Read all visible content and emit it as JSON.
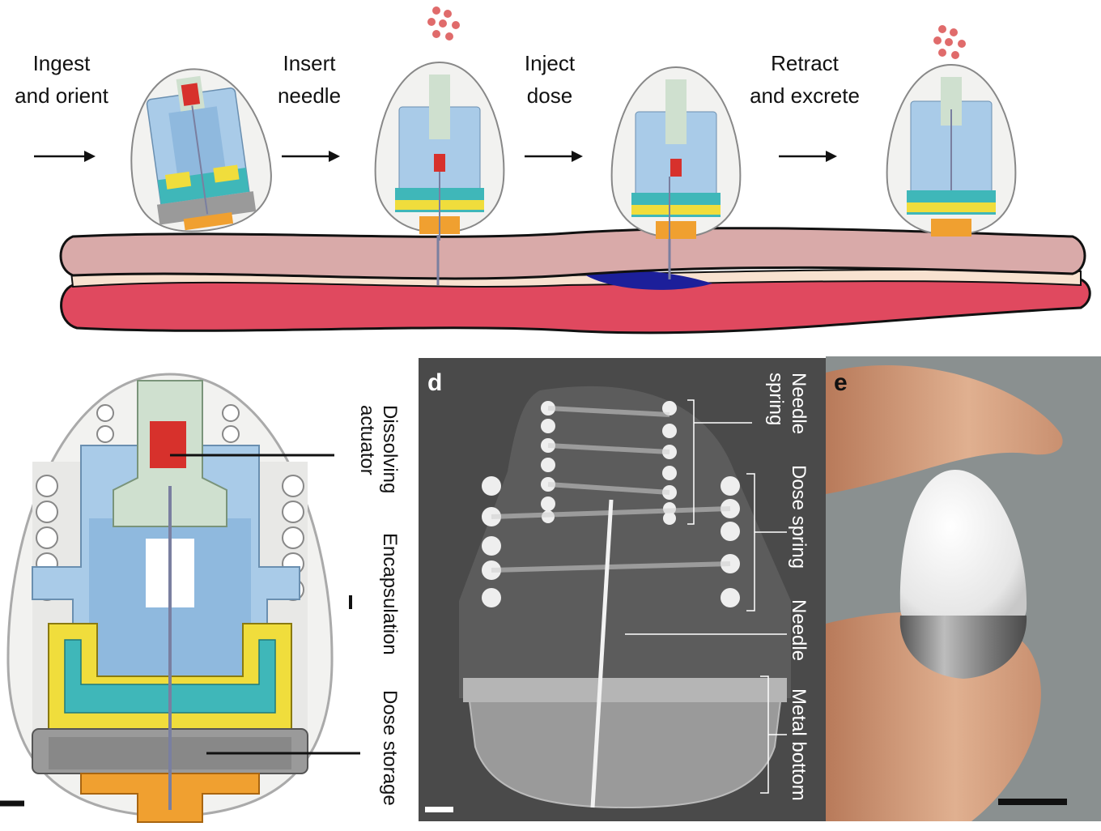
{
  "steps": [
    {
      "line1": "Ingest",
      "line2": "and orient"
    },
    {
      "line1": "Insert",
      "line2": "needle"
    },
    {
      "line1": "Inject",
      "line2": "dose"
    },
    {
      "line1": "Retract",
      "line2": "and excrete"
    }
  ],
  "panel_c": {
    "labels": {
      "actuator_line1": "Dissolving",
      "actuator_line2": "actuator",
      "encapsulation": "Encapsulation",
      "dose_storage": "Dose storage"
    }
  },
  "panel_d": {
    "letter": "d",
    "labels": {
      "needle_spring_line1": "Needle",
      "needle_spring_line2": "spring",
      "dose_spring": "Dose spring",
      "needle": "Needle",
      "metal_bottom": "Metal bottom"
    }
  },
  "panel_e": {
    "letter": "e"
  },
  "colors": {
    "actuator": "#d7312c",
    "body_blue": "#a9cbe8",
    "yellow": "#f0dd3c",
    "teal": "#3fb7b9",
    "orange": "#f0a030",
    "gray": "#9a9a9a",
    "tissue_top": "#d9aaa9",
    "tissue_mid": "#f8e2d0",
    "tissue_bottom": "#e0495f",
    "dose_blue": "#1c1f9a",
    "particles": "#e06b6b"
  }
}
